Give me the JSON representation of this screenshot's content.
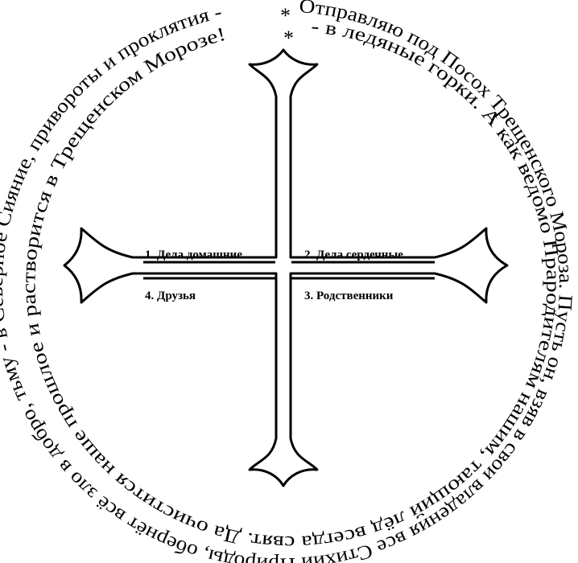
{
  "ring": {
    "outer_text": "Отправляю под Посох Трещенского Мороза. Пусть он, взяв в свои владения все Стихии Природы, обернёт всё зло в добро, тьму - в Северное Сияние, привороты и проклятия -",
    "inner_text": "- в ледяные горки. А как ведомо Прародителям нашим, тающий лёд всегда свят. Да очистится наше прошлое и растворится в Трещенском Морозе!",
    "star_top": "*",
    "star_inner": "*"
  },
  "quadrants": {
    "q1": "1. Дела домашние",
    "q2": "2. Дела сердечные",
    "q3": "3. Родственники",
    "q4": "4. Друзья"
  }
}
